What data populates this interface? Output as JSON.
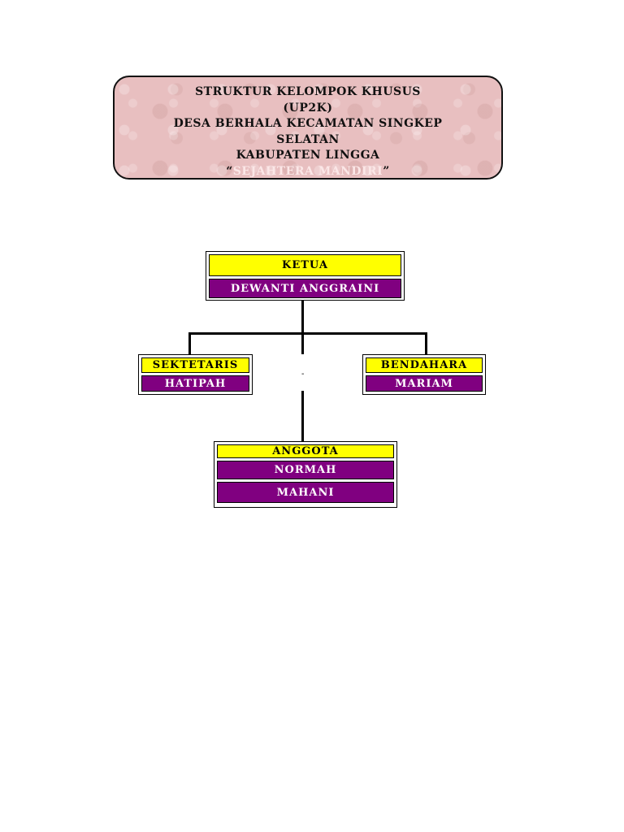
{
  "title": {
    "line1": "STRUKTUR KELOMPOK KHUSUS",
    "line2": "(UP2K)",
    "line3": "DESA BERHALA KECAMATAN SINGKEP",
    "line4": "SELATAN",
    "line5": "KABUPATEN LINGGA",
    "motto_open": "“",
    "motto": "SEJAHTERA MANDIRI",
    "motto_close": "”"
  },
  "chart": {
    "ketua": {
      "role": "KETUA",
      "name": "DEWANTI ANGGRAINI"
    },
    "sekretaris": {
      "role": "SEKTETARIS",
      "name": "HATIPAH"
    },
    "bendahara": {
      "role": "BENDAHARA",
      "name": "MARIAM"
    },
    "anggota": {
      "role": "ANGGOTA",
      "members": [
        "NORMAH",
        "MAHANI"
      ]
    },
    "separator_mark": "-"
  },
  "colors": {
    "role_fill": "#ffff00",
    "name_fill": "#800080",
    "title_fill": "#e8bfc0"
  }
}
